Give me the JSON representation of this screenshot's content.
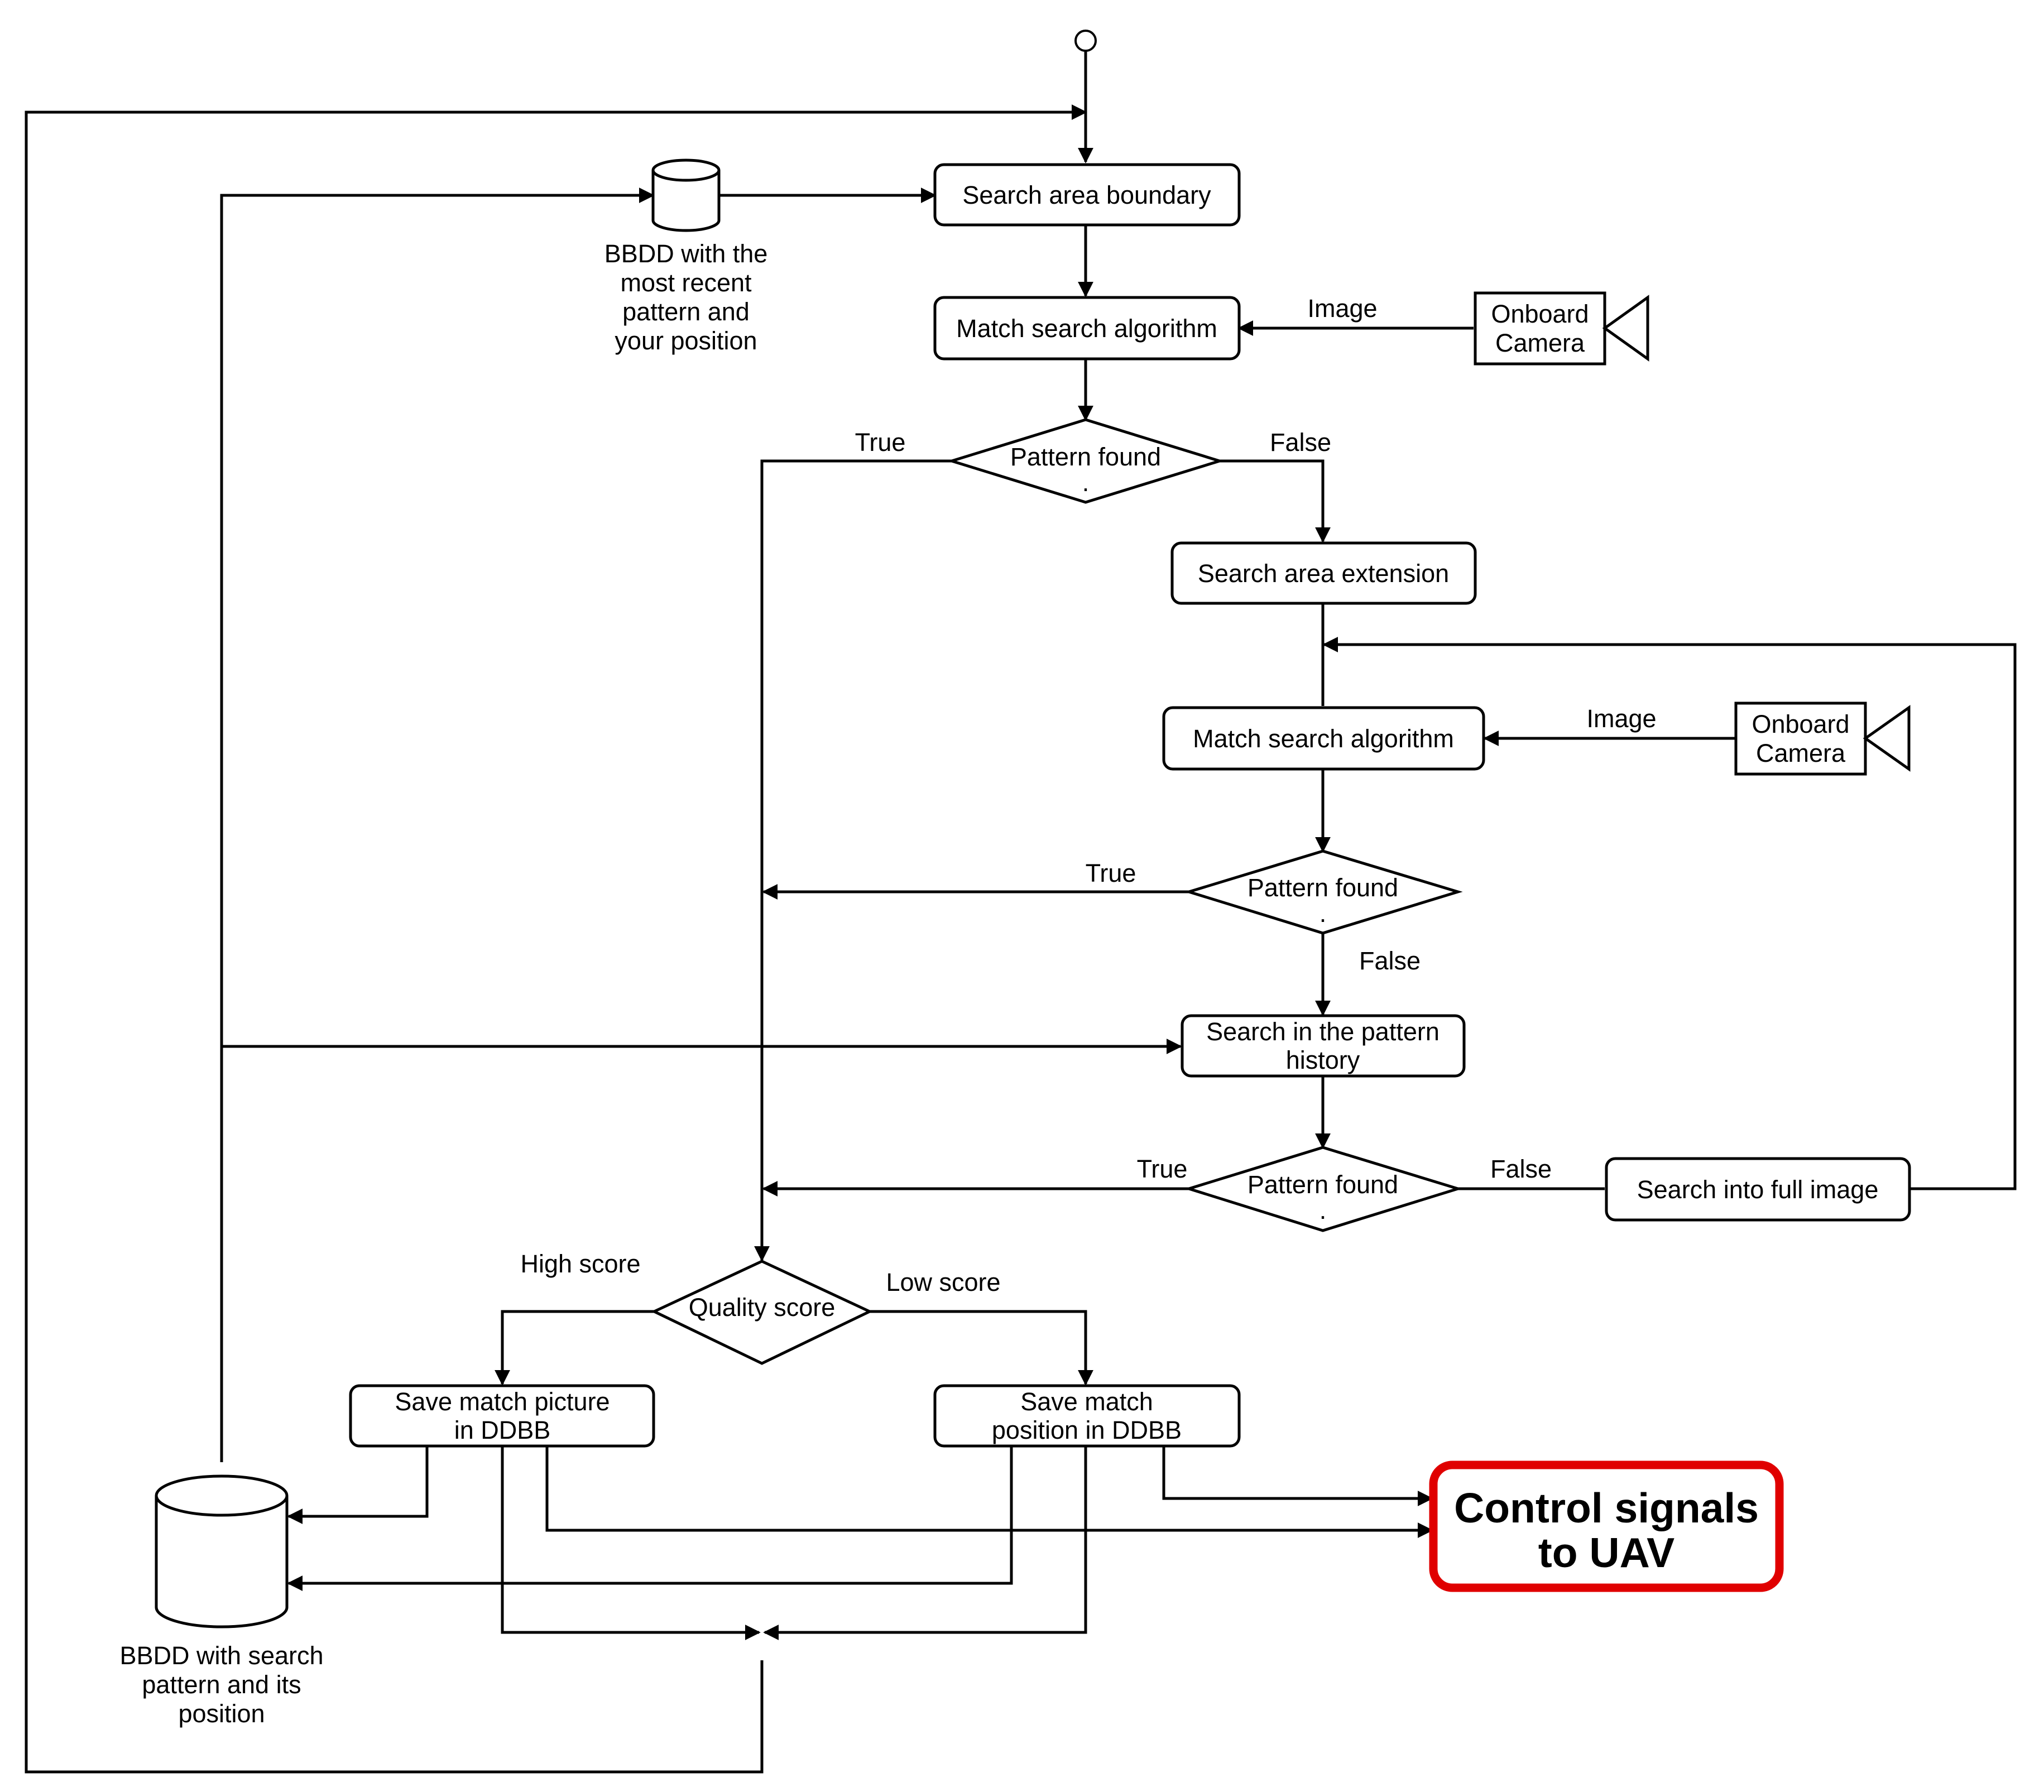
{
  "diagram": {
    "nodes": {
      "search_area_boundary": "Search area boundary",
      "match_search_1": "Match search algorithm",
      "camera_1_line1": "Onboard",
      "camera_1_line2": "Camera",
      "pattern_found_1": "Pattern found",
      "pattern_found_1_dot": ".",
      "search_area_extension": "Search area extension",
      "match_search_2": "Match search algorithm",
      "camera_2_line1": "Onboard",
      "camera_2_line2": "Camera",
      "pattern_found_2": "Pattern found",
      "pattern_found_2_dot": ".",
      "search_history_line1": "Search in the pattern",
      "search_history_line2": "history",
      "pattern_found_3": "Pattern found",
      "pattern_found_3_dot": ".",
      "search_full_image": "Search into full image",
      "quality_score": "Quality score",
      "save_picture_line1": "Save match picture",
      "save_picture_line2": "in DDBB",
      "save_position_line1": "Save match",
      "save_position_line2": "position in DDBB",
      "control_line1": "Control signals",
      "control_line2": "to UAV",
      "db_top_lines": [
        "BBDD with the",
        "most recent",
        "pattern and",
        "your position"
      ],
      "db_bottom_lines": [
        "BBDD with search",
        "pattern and its",
        "position"
      ]
    },
    "edge_labels": {
      "image_1": "Image",
      "image_2": "Image",
      "true_1": "True",
      "false_1": "False",
      "true_2": "True",
      "false_2": "False",
      "true_3": "True",
      "false_3": "False",
      "high_score": "High score",
      "low_score": "Low score"
    },
    "colors": {
      "line": "#000000",
      "highlight": "#e00000"
    }
  }
}
